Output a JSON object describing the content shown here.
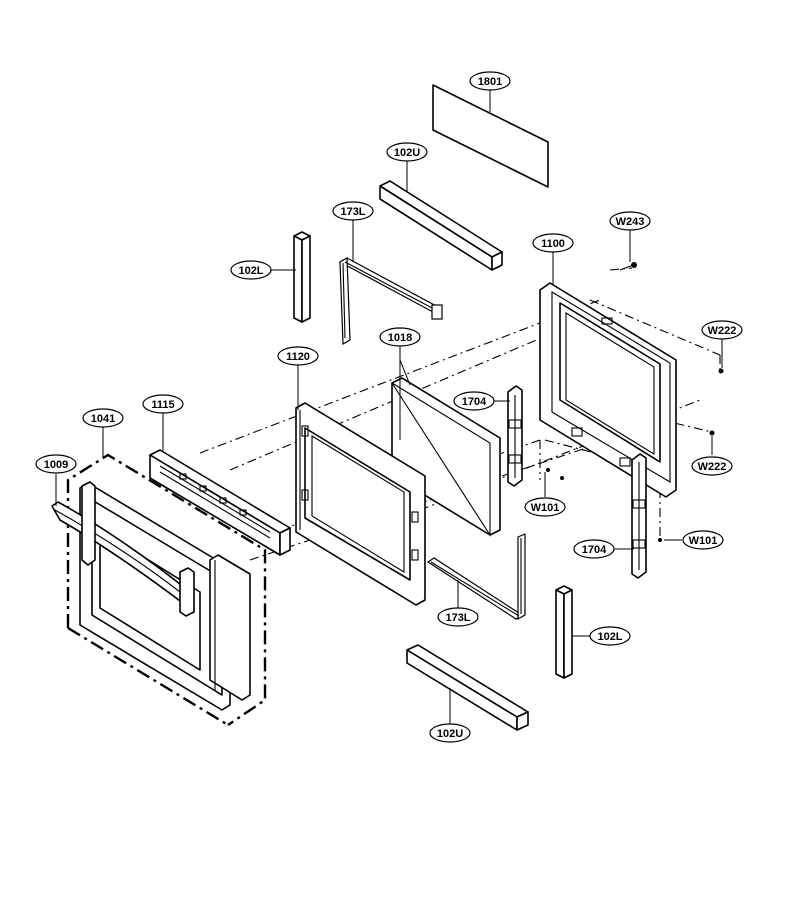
{
  "callouts": [
    {
      "key": "c1801",
      "label": "1801"
    },
    {
      "key": "c102U_top",
      "label": "102U"
    },
    {
      "key": "c173L_top",
      "label": "173L"
    },
    {
      "key": "c102L_left",
      "label": "102L"
    },
    {
      "key": "cW243",
      "label": "W243"
    },
    {
      "key": "c1100",
      "label": "1100"
    },
    {
      "key": "cW222_top",
      "label": "W222"
    },
    {
      "key": "c1018",
      "label": "1018"
    },
    {
      "key": "c1120",
      "label": "1120"
    },
    {
      "key": "c1704_left",
      "label": "1704"
    },
    {
      "key": "c1041",
      "label": "1041"
    },
    {
      "key": "c1115",
      "label": "1115"
    },
    {
      "key": "cW222_bottom",
      "label": "W222"
    },
    {
      "key": "c1009",
      "label": "1009"
    },
    {
      "key": "cW101_left",
      "label": "W101"
    },
    {
      "key": "c1704_right",
      "label": "1704"
    },
    {
      "key": "cW101_right",
      "label": "W101"
    },
    {
      "key": "c173L_bottom",
      "label": "173L"
    },
    {
      "key": "c102L_right",
      "label": "102L"
    },
    {
      "key": "c102U_bottom",
      "label": "102U"
    }
  ]
}
